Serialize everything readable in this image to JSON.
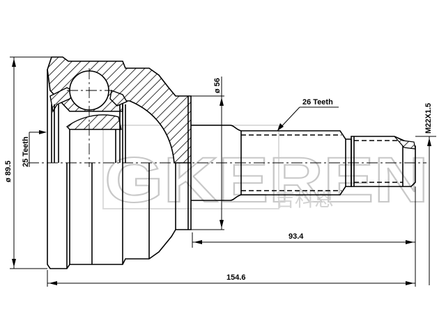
{
  "drawing": {
    "title": "CV joint outer technical drawing",
    "dimensions": {
      "outer_diameter": "ø 89.5",
      "inner_teeth": "25 Teeth",
      "shaft_diameter": "ø 56",
      "outer_teeth": "26 Teeth",
      "thread": "M22X1.5",
      "shaft_length": "93.4",
      "total_length": "154.6"
    },
    "watermark": {
      "brand": "GKEREN",
      "chinese": "吉科恩"
    }
  }
}
